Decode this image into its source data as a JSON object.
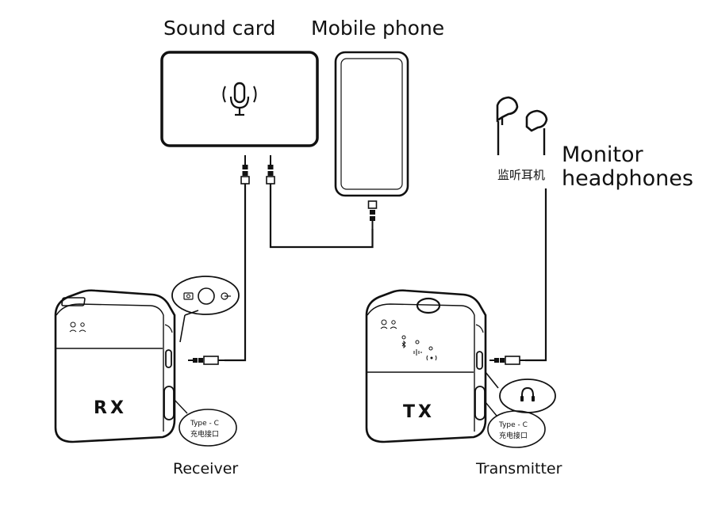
{
  "labels": {
    "sound_card": "Sound card",
    "mobile_phone": "Mobile phone",
    "monitor_line1": "Monitor",
    "monitor_line2": "headphones",
    "monitor_cn": "监听耳机",
    "receiver": "Receiver",
    "transmitter": "Transmitter",
    "rx": "RX",
    "tx": "TX",
    "typec_line1": "Type - C",
    "typec_line2": "充电接口"
  },
  "icons": {
    "sound_card": "microphone-icon",
    "headphones": "earbuds-icon",
    "rx_callout": [
      "camera-icon",
      "power-output-icon"
    ],
    "tx_callout": "headphone-icon",
    "rx_leds": [
      "power-icon",
      "wireless-icon"
    ],
    "tx_leds": [
      "bluetooth-icon",
      "audio-level-icon",
      "broadcast-icon"
    ]
  },
  "colors": {
    "line": "#111111",
    "background": "#ffffff"
  }
}
